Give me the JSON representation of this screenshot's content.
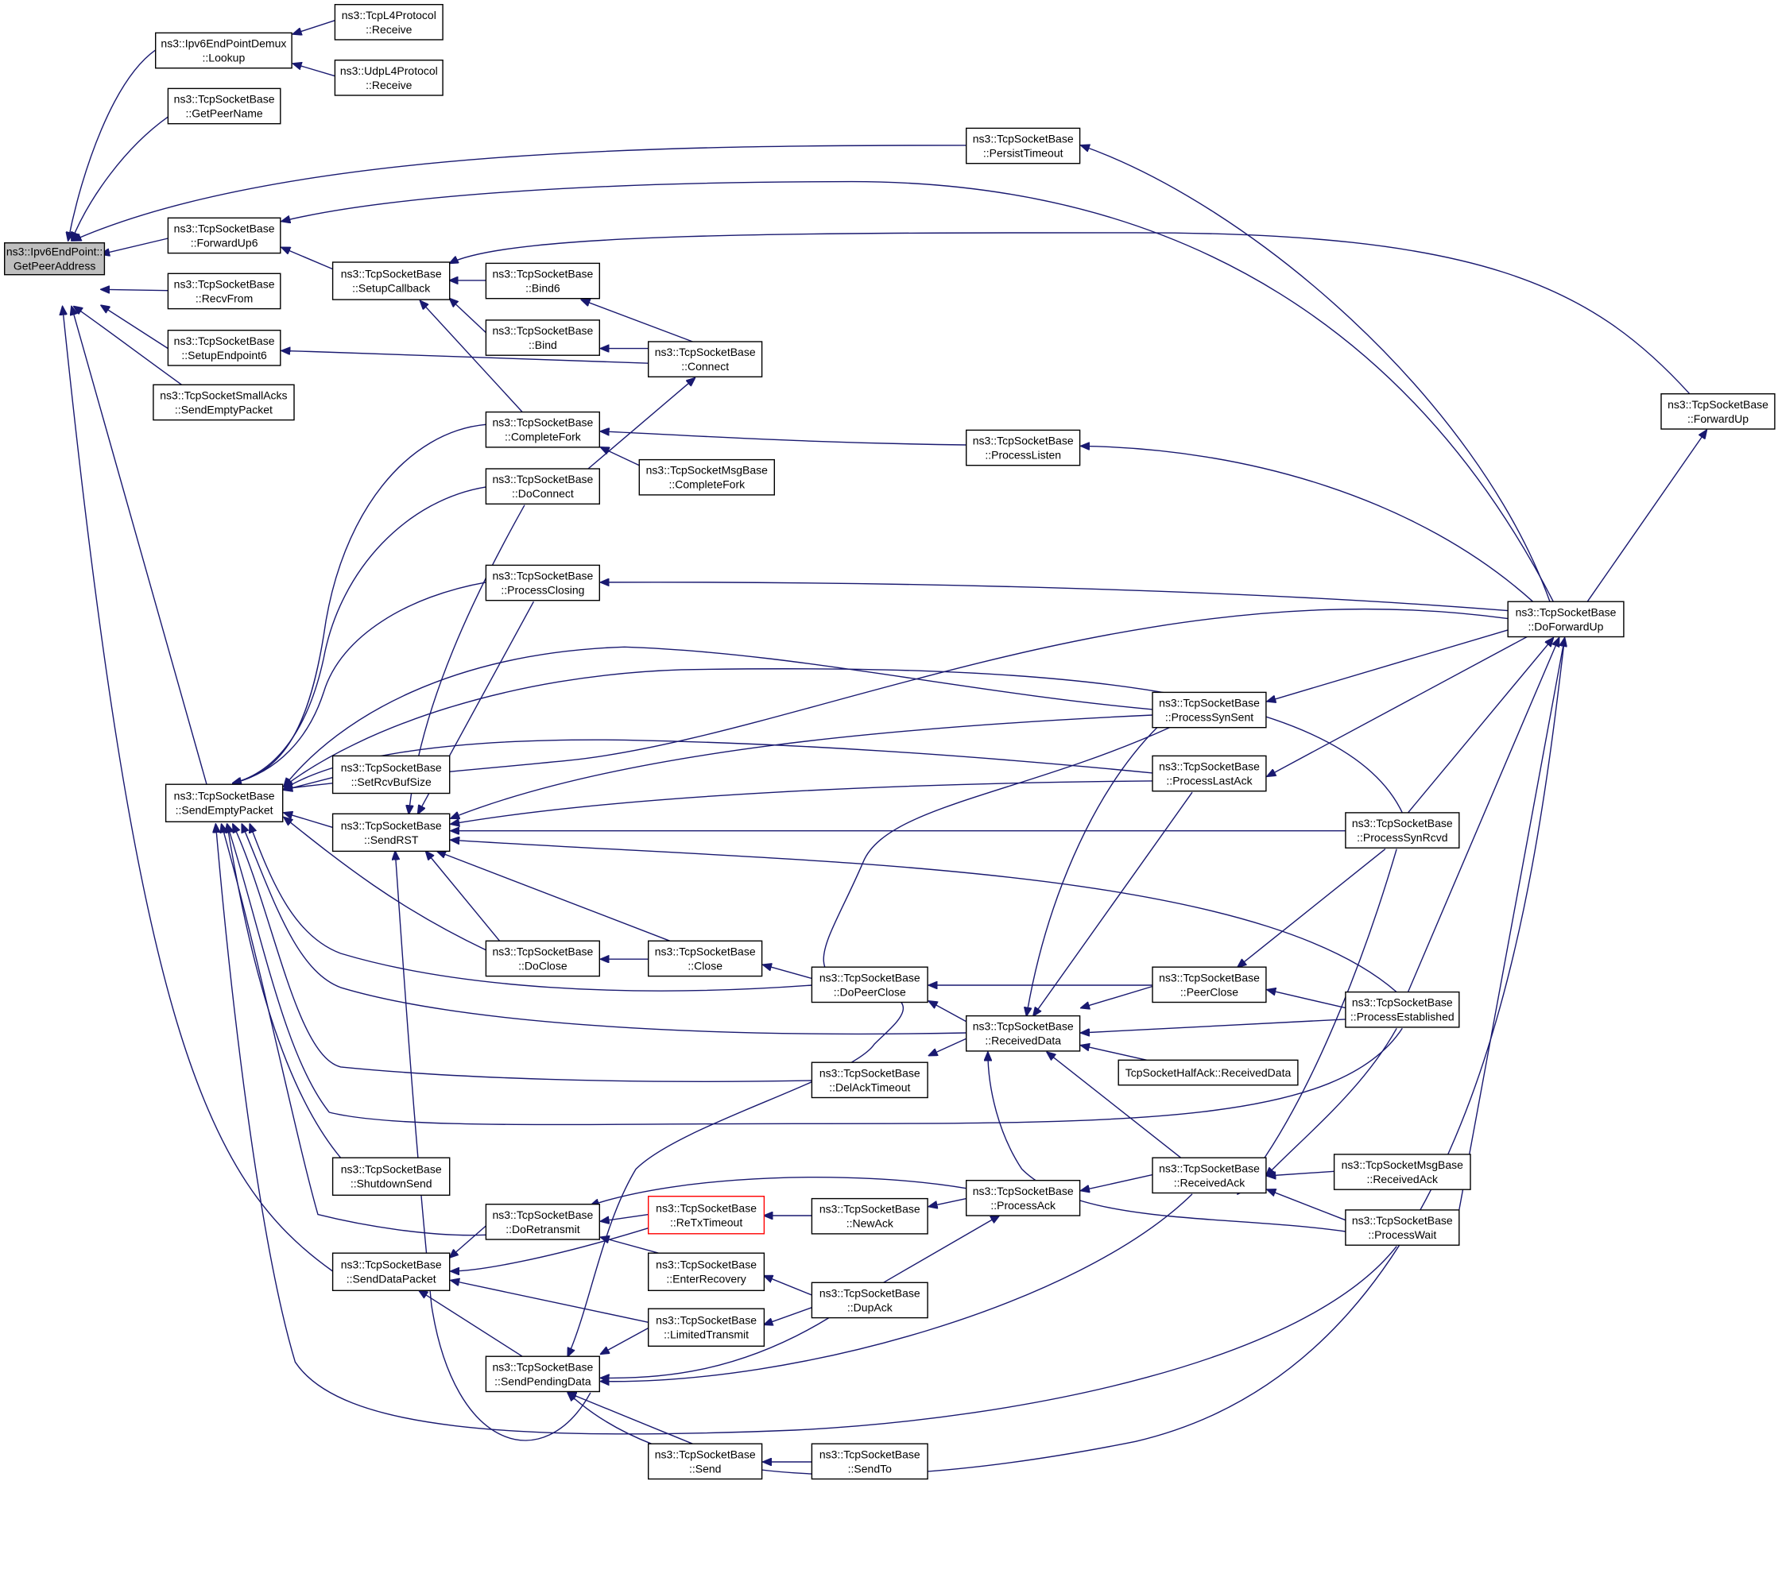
{
  "nodes": [
    {
      "id": "root",
      "lines": [
        "ns3::Ipv6EndPoint::",
        "GetPeerAddress"
      ],
      "style": "root"
    },
    {
      "id": "demux_lookup",
      "lines": [
        "ns3::Ipv6EndPointDemux",
        "::Lookup"
      ]
    },
    {
      "id": "tcpl4_receive",
      "lines": [
        "ns3::TcpL4Protocol",
        "::Receive"
      ]
    },
    {
      "id": "udpl4_receive",
      "lines": [
        "ns3::UdpL4Protocol",
        "::Receive"
      ]
    },
    {
      "id": "getpeername",
      "lines": [
        "ns3::TcpSocketBase",
        "::GetPeerName"
      ]
    },
    {
      "id": "persisttimeout",
      "lines": [
        "ns3::TcpSocketBase",
        "::PersistTimeout"
      ]
    },
    {
      "id": "forwardup6",
      "lines": [
        "ns3::TcpSocketBase",
        "::ForwardUp6"
      ]
    },
    {
      "id": "setupcallback",
      "lines": [
        "ns3::TcpSocketBase",
        "::SetupCallback"
      ]
    },
    {
      "id": "bind6",
      "lines": [
        "ns3::TcpSocketBase",
        "::Bind6"
      ]
    },
    {
      "id": "bind",
      "lines": [
        "ns3::TcpSocketBase",
        "::Bind"
      ]
    },
    {
      "id": "connect",
      "lines": [
        "ns3::TcpSocketBase",
        "::Connect"
      ]
    },
    {
      "id": "recvfrom",
      "lines": [
        "ns3::TcpSocketBase",
        "::RecvFrom"
      ]
    },
    {
      "id": "setupendpoint6",
      "lines": [
        "ns3::TcpSocketBase",
        "::SetupEndpoint6"
      ]
    },
    {
      "id": "smallacks_sendempty",
      "lines": [
        "ns3::TcpSocketSmallAcks",
        "::SendEmptyPacket"
      ]
    },
    {
      "id": "forwardup",
      "lines": [
        "ns3::TcpSocketBase",
        "::ForwardUp"
      ]
    },
    {
      "id": "completefork",
      "lines": [
        "ns3::TcpSocketBase",
        "::CompleteFork"
      ]
    },
    {
      "id": "processlisten",
      "lines": [
        "ns3::TcpSocketBase",
        "::ProcessListen"
      ]
    },
    {
      "id": "msgbase_completefork",
      "lines": [
        "ns3::TcpSocketMsgBase",
        "::CompleteFork"
      ]
    },
    {
      "id": "doconnect",
      "lines": [
        "ns3::TcpSocketBase",
        "::DoConnect"
      ]
    },
    {
      "id": "processclosing",
      "lines": [
        "ns3::TcpSocketBase",
        "::ProcessClosing"
      ]
    },
    {
      "id": "doforwardup",
      "lines": [
        "ns3::TcpSocketBase",
        "::DoForwardUp"
      ]
    },
    {
      "id": "processsynsent",
      "lines": [
        "ns3::TcpSocketBase",
        "::ProcessSynSent"
      ]
    },
    {
      "id": "setrcvbufsize",
      "lines": [
        "ns3::TcpSocketBase",
        "::SetRcvBufSize"
      ]
    },
    {
      "id": "processlastack",
      "lines": [
        "ns3::TcpSocketBase",
        "::ProcessLastAck"
      ]
    },
    {
      "id": "sendemptypacket",
      "lines": [
        "ns3::TcpSocketBase",
        "::SendEmptyPacket"
      ]
    },
    {
      "id": "sendrst",
      "lines": [
        "ns3::TcpSocketBase",
        "::SendRST"
      ]
    },
    {
      "id": "processsynrcvd",
      "lines": [
        "ns3::TcpSocketBase",
        "::ProcessSynRcvd"
      ]
    },
    {
      "id": "doclose",
      "lines": [
        "ns3::TcpSocketBase",
        "::DoClose"
      ]
    },
    {
      "id": "close",
      "lines": [
        "ns3::TcpSocketBase",
        "::Close"
      ]
    },
    {
      "id": "dopeerclose",
      "lines": [
        "ns3::TcpSocketBase",
        "::DoPeerClose"
      ]
    },
    {
      "id": "peerclose",
      "lines": [
        "ns3::TcpSocketBase",
        "::PeerClose"
      ]
    },
    {
      "id": "processestablished",
      "lines": [
        "ns3::TcpSocketBase",
        "::ProcessEstablished"
      ]
    },
    {
      "id": "receiveddata",
      "lines": [
        "ns3::TcpSocketBase",
        "::ReceivedData"
      ]
    },
    {
      "id": "halfack_receiveddata",
      "lines": [
        "TcpSocketHalfAck::ReceivedData"
      ]
    },
    {
      "id": "delacktimeout",
      "lines": [
        "ns3::TcpSocketBase",
        "::DelAckTimeout"
      ]
    },
    {
      "id": "shutdownsend",
      "lines": [
        "ns3::TcpSocketBase",
        "::ShutdownSend"
      ]
    },
    {
      "id": "receivedack",
      "lines": [
        "ns3::TcpSocketBase",
        "::ReceivedAck"
      ]
    },
    {
      "id": "msgbase_receivedack",
      "lines": [
        "ns3::TcpSocketMsgBase",
        "::ReceivedAck"
      ]
    },
    {
      "id": "processack",
      "lines": [
        "ns3::TcpSocketBase",
        "::ProcessAck"
      ]
    },
    {
      "id": "doretransmit",
      "lines": [
        "ns3::TcpSocketBase",
        "::DoRetransmit"
      ]
    },
    {
      "id": "retxtimeout",
      "lines": [
        "ns3::TcpSocketBase",
        "::ReTxTimeout"
      ],
      "style": "marked"
    },
    {
      "id": "newack",
      "lines": [
        "ns3::TcpSocketBase",
        "::NewAck"
      ]
    },
    {
      "id": "processwait",
      "lines": [
        "ns3::TcpSocketBase",
        "::ProcessWait"
      ]
    },
    {
      "id": "senddatapacket",
      "lines": [
        "ns3::TcpSocketBase",
        "::SendDataPacket"
      ]
    },
    {
      "id": "enterrecovery",
      "lines": [
        "ns3::TcpSocketBase",
        "::EnterRecovery"
      ]
    },
    {
      "id": "dupack",
      "lines": [
        "ns3::TcpSocketBase",
        "::DupAck"
      ]
    },
    {
      "id": "limitedtransmit",
      "lines": [
        "ns3::TcpSocketBase",
        "::LimitedTransmit"
      ]
    },
    {
      "id": "sendpendingdata",
      "lines": [
        "ns3::TcpSocketBase",
        "::SendPendingData"
      ]
    },
    {
      "id": "send",
      "lines": [
        "ns3::TcpSocketBase",
        "::Send"
      ]
    },
    {
      "id": "sendto",
      "lines": [
        "ns3::TcpSocketBase",
        "::SendTo"
      ]
    }
  ],
  "edges": [
    [
      "demux_lookup",
      "root"
    ],
    [
      "getpeername",
      "root"
    ],
    [
      "persisttimeout",
      "root"
    ],
    [
      "forwardup6",
      "root"
    ],
    [
      "recvfrom",
      "root"
    ],
    [
      "setupendpoint6",
      "root"
    ],
    [
      "smallacks_sendempty",
      "root"
    ],
    [
      "sendemptypacket",
      "root"
    ],
    [
      "senddatapacket",
      "root"
    ],
    [
      "tcpl4_receive",
      "demux_lookup"
    ],
    [
      "udpl4_receive",
      "demux_lookup"
    ],
    [
      "setupcallback",
      "forwardup6"
    ],
    [
      "doforwardup",
      "forwardup6"
    ],
    [
      "bind6",
      "setupcallback"
    ],
    [
      "bind",
      "setupcallback"
    ],
    [
      "completefork",
      "setupcallback"
    ],
    [
      "forwardup",
      "setupcallback"
    ],
    [
      "connect",
      "bind6"
    ],
    [
      "connect",
      "bind"
    ],
    [
      "connect",
      "setupendpoint6"
    ],
    [
      "doconnect",
      "connect"
    ],
    [
      "processlisten",
      "completefork"
    ],
    [
      "msgbase_completefork",
      "completefork"
    ],
    [
      "doforwardup",
      "persisttimeout"
    ],
    [
      "doforwardup",
      "processlisten"
    ],
    [
      "doforwardup",
      "processclosing"
    ],
    [
      "doforwardup",
      "processsynsent"
    ],
    [
      "doforwardup",
      "processlastack"
    ],
    [
      "doforwardup",
      "forwardup"
    ],
    [
      "processsynrcvd",
      "doforwardup"
    ],
    [
      "processestablished",
      "doforwardup"
    ],
    [
      "processwait",
      "doforwardup"
    ],
    [
      "setrcvbufsize",
      "sendemptypacket"
    ],
    [
      "sendrst",
      "sendemptypacket"
    ],
    [
      "completefork",
      "sendemptypacket"
    ],
    [
      "doconnect",
      "sendemptypacket"
    ],
    [
      "processclosing",
      "sendemptypacket"
    ],
    [
      "doforwardup",
      "sendemptypacket"
    ],
    [
      "processsynsent",
      "sendemptypacket"
    ],
    [
      "processlastack",
      "sendemptypacket"
    ],
    [
      "processsynrcvd",
      "sendemptypacket"
    ],
    [
      "doclose",
      "sendemptypacket"
    ],
    [
      "dopeerclose",
      "sendemptypacket"
    ],
    [
      "receiveddata",
      "sendemptypacket"
    ],
    [
      "delacktimeout",
      "sendemptypacket"
    ],
    [
      "processestablished",
      "sendemptypacket"
    ],
    [
      "shutdownsend",
      "sendemptypacket"
    ],
    [
      "doretransmit",
      "sendemptypacket"
    ],
    [
      "processwait",
      "sendemptypacket"
    ],
    [
      "doconnect",
      "sendrst"
    ],
    [
      "processclosing",
      "sendrst"
    ],
    [
      "processsynsent",
      "sendrst"
    ],
    [
      "processlastack",
      "sendrst"
    ],
    [
      "processsynrcvd",
      "sendrst"
    ],
    [
      "doclose",
      "sendrst"
    ],
    [
      "close",
      "sendrst"
    ],
    [
      "processestablished",
      "sendrst"
    ],
    [
      "sendpendingdata",
      "sendrst"
    ],
    [
      "close",
      "doclose"
    ],
    [
      "dopeerclose",
      "close"
    ],
    [
      "peerclose",
      "dopeerclose"
    ],
    [
      "receiveddata",
      "dopeerclose"
    ],
    [
      "processsynrcvd",
      "peerclose"
    ],
    [
      "processestablished",
      "peerclose"
    ],
    [
      "peerclose",
      "receiveddata"
    ],
    [
      "processestablished",
      "receiveddata"
    ],
    [
      "halfack_receiveddata",
      "receiveddata"
    ],
    [
      "receivedack",
      "receiveddata"
    ],
    [
      "processwait",
      "receiveddata"
    ],
    [
      "processsynsent",
      "receiveddata"
    ],
    [
      "processlastack",
      "receiveddata"
    ],
    [
      "receiveddata",
      "delacktimeout"
    ],
    [
      "processsynrcvd",
      "receivedack"
    ],
    [
      "processestablished",
      "receivedack"
    ],
    [
      "msgbase_receivedack",
      "receivedack"
    ],
    [
      "processwait",
      "receivedack"
    ],
    [
      "receivedack",
      "processack"
    ],
    [
      "processack",
      "newack"
    ],
    [
      "dupack",
      "processack"
    ],
    [
      "newack",
      "retxtimeout"
    ],
    [
      "retxtimeout",
      "doretransmit"
    ],
    [
      "processack",
      "doretransmit"
    ],
    [
      "enterrecovery",
      "doretransmit"
    ],
    [
      "doretransmit",
      "senddatapacket"
    ],
    [
      "retxtimeout",
      "senddatapacket"
    ],
    [
      "limitedtransmit",
      "senddatapacket"
    ],
    [
      "sendpendingdata",
      "senddatapacket"
    ],
    [
      "dupack",
      "enterrecovery"
    ],
    [
      "dupack",
      "limitedtransmit"
    ],
    [
      "limitedtransmit",
      "sendpendingdata"
    ],
    [
      "dupack",
      "sendpendingdata"
    ],
    [
      "receivedack",
      "sendpendingdata"
    ],
    [
      "processsynsent",
      "sendpendingdata"
    ],
    [
      "send",
      "sendpendingdata"
    ],
    [
      "doforwardup",
      "sendpendingdata"
    ],
    [
      "sendto",
      "send"
    ]
  ]
}
